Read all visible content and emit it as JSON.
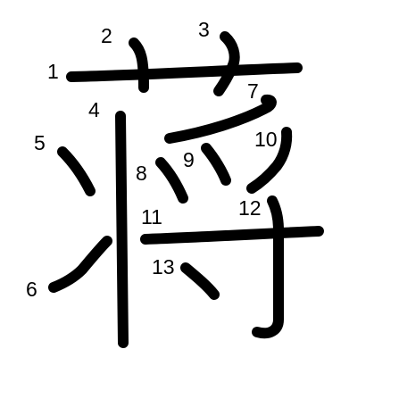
{
  "diagram": {
    "stroke_color": "#000000",
    "background": "#ffffff",
    "stroke_numbers": [
      "1",
      "2",
      "3",
      "4",
      "5",
      "6",
      "7",
      "8",
      "9",
      "10",
      "11",
      "12",
      "13"
    ]
  }
}
